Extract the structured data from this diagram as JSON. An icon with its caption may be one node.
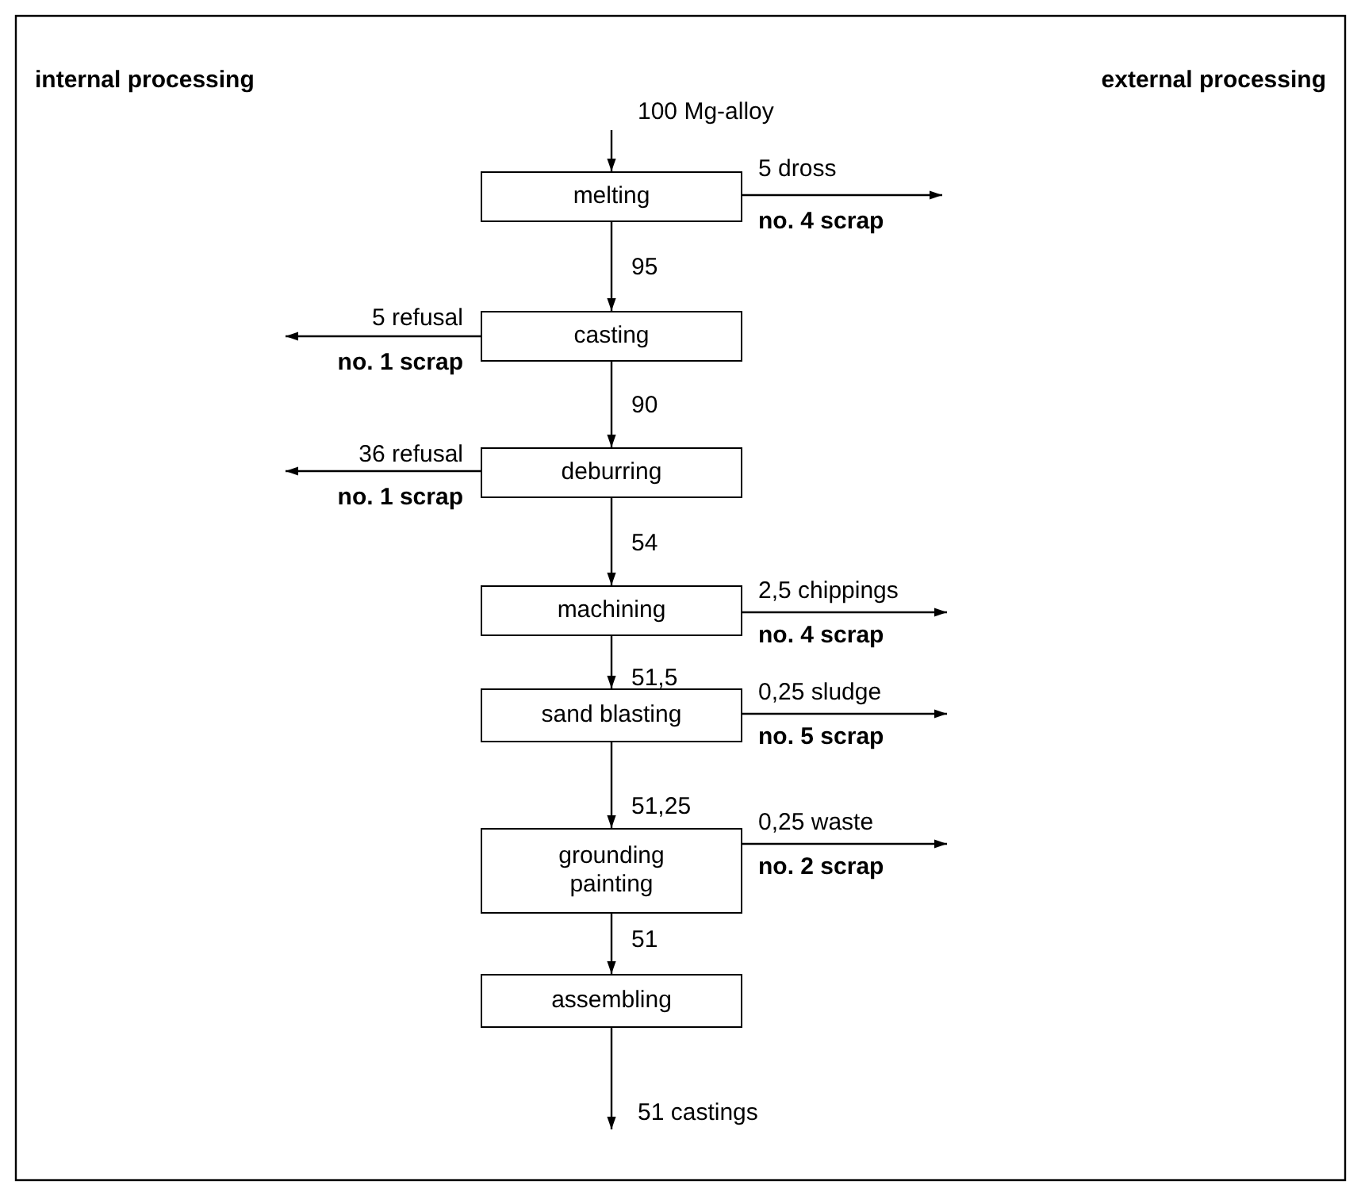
{
  "diagram": {
    "nodes": [
      {
        "text": [
          "melting"
        ]
      },
      {
        "text": [
          "casting"
        ]
      },
      {
        "text": [
          "deburring"
        ]
      },
      {
        "text": [
          "machining"
        ]
      },
      {
        "text": [
          "sand blasting"
        ]
      },
      {
        "text": [
          "grounding painting"
        ]
      },
      {
        "text": [
          "assembling"
        ]
      }
    ],
    "edges": [
      {
        "from": null,
        "to": 0,
        "arrow": "to",
        "label": "100 Mg-alloy"
      },
      {
        "from": 0,
        "to": null,
        "arrow": "to",
        "label": "5 dross"
      },
      {
        "from": 0,
        "to": 1,
        "arrow": "to",
        "label": "95"
      },
      {
        "from": 1,
        "to": null,
        "arrow": "to",
        "label": "5 refusal"
      },
      {
        "from": 1,
        "to": 2,
        "arrow": "to",
        "label": "90"
      },
      {
        "from": 2,
        "to": null,
        "arrow": "to",
        "label": "36 refusal"
      },
      {
        "from": 2,
        "to": 3,
        "arrow": "to",
        "label": "54"
      },
      {
        "from": 3,
        "to": null,
        "arrow": "to",
        "label": "2,5 chippings"
      },
      {
        "from": 3,
        "to": 4,
        "arrow": "to",
        "label": "51,5"
      },
      {
        "from": 4,
        "to": null,
        "arrow": "to",
        "label": "0,25 sludge"
      },
      {
        "from": 4,
        "to": 5,
        "arrow": "to",
        "label": "51,25"
      },
      {
        "from": 5,
        "to": null,
        "arrow": "to",
        "label": "0,25 waste"
      },
      {
        "from": 5,
        "to": 6,
        "arrow": "to",
        "label": "51"
      },
      {
        "from": 6,
        "to": null,
        "arrow": "to",
        "label": "51 castings"
      }
    ],
    "labels": [
      "internal processing",
      "external processing",
      "no. 4 scrap",
      "no. 1 scrap",
      "no. 1 scrap",
      "no. 4 scrap",
      "no. 5 scrap",
      "no. 2 scrap"
    ]
  }
}
